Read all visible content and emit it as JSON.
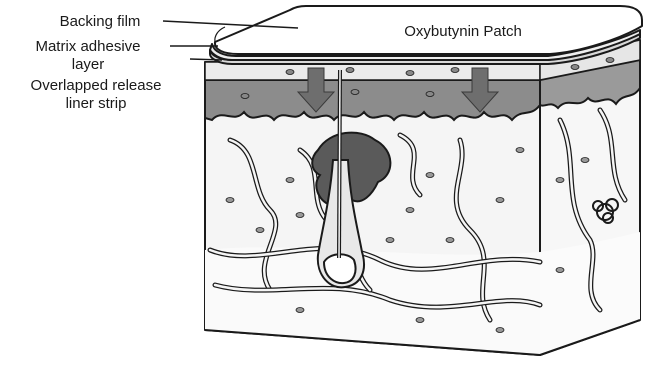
{
  "patch_title": "Oxybutynin Patch",
  "labels": {
    "backing_film": "Backing film",
    "matrix_adhesive_line1": "Matrix adhesive",
    "matrix_adhesive_line2": "layer",
    "release_liner_line1": "Overlapped release",
    "release_liner_line2": "liner strip"
  },
  "colors": {
    "outline": "#1a1a1a",
    "adhesive_band": "#8c8c8c",
    "arrow": "#6e6e6e",
    "skin_fill": "#f3f3f3",
    "follicle_dark": "#5a5a5a"
  },
  "arrow_count": 2
}
